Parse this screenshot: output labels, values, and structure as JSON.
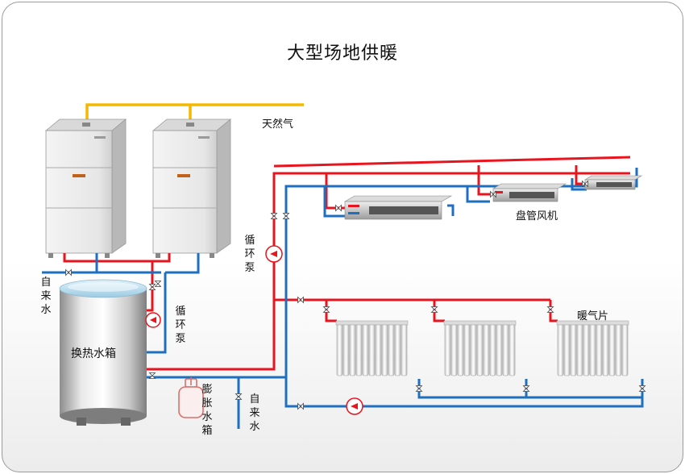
{
  "title": "大型场地供暖",
  "labels": {
    "natural_gas": "天然气",
    "fan_coil": "盘管风机",
    "radiator": "暖气片",
    "heat_exchange_tank": "换热水箱",
    "circulation_pump_upper": "循环泵",
    "circulation_pump_lower": "循环泵",
    "tap_water_left": "自来水",
    "tap_water_bottom": "自来水",
    "expansion_tank": "膨胀水箱"
  },
  "colors": {
    "hot_pipe": "#e8151f",
    "cold_pipe": "#1e6fc0",
    "gas_pipe": "#f5b800"
  }
}
